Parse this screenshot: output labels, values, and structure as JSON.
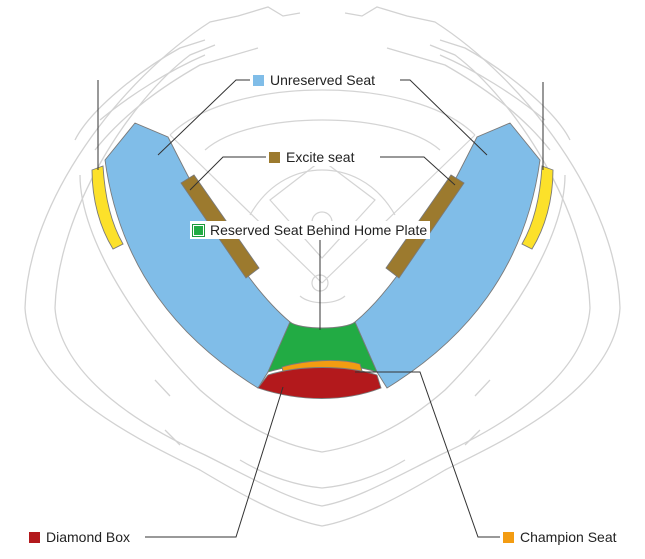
{
  "legend": {
    "unreserved": {
      "label": "Unreserved Seat",
      "color": "#80bde8"
    },
    "excite": {
      "label": "Excite seat",
      "color": "#9c7a2e"
    },
    "behind_home": {
      "label": "Reserved Seat Behind Home Plate",
      "color": "#22ab44"
    },
    "diamond_box": {
      "label": "Diamond Box",
      "color": "#b3191c"
    },
    "champion": {
      "label": "Champion Seat",
      "color": "#f39c12"
    },
    "field_seat": {
      "color": "#fce12a"
    }
  }
}
